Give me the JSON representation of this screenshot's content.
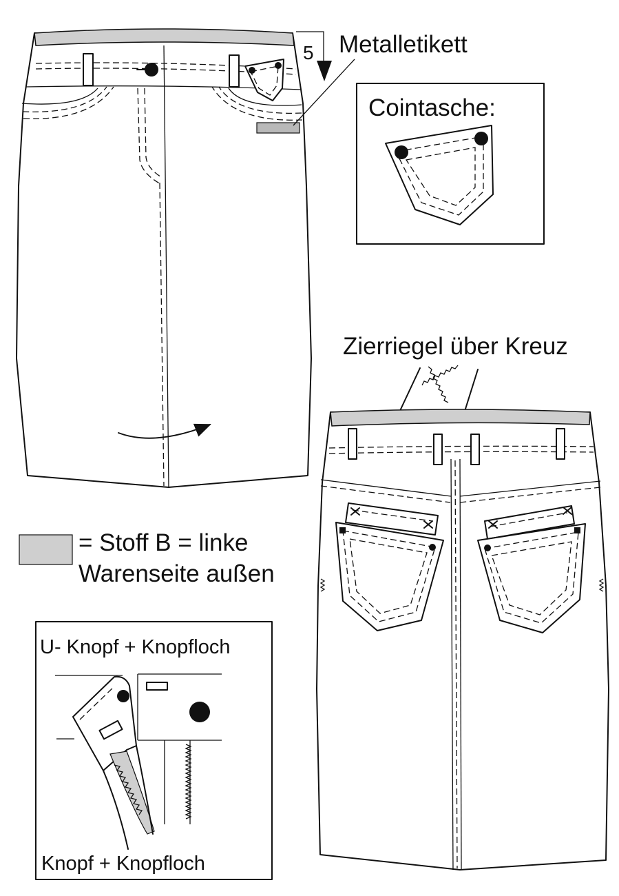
{
  "labels": {
    "step_number": "5",
    "metal_label": "Metalletikett",
    "coin_pocket": "Cointasche:",
    "bartack_note": "Zierriegel über Kreuz",
    "fabric_b_line1": "= Stoff B = linke",
    "fabric_b_line2": "Warenseite außen",
    "button_top": "U- Knopf + Knopfloch",
    "button_bottom": "Knopf + Knopfloch"
  },
  "colors": {
    "fabric_b": "#cfcfcf",
    "line": "#111111",
    "background": "#ffffff"
  }
}
